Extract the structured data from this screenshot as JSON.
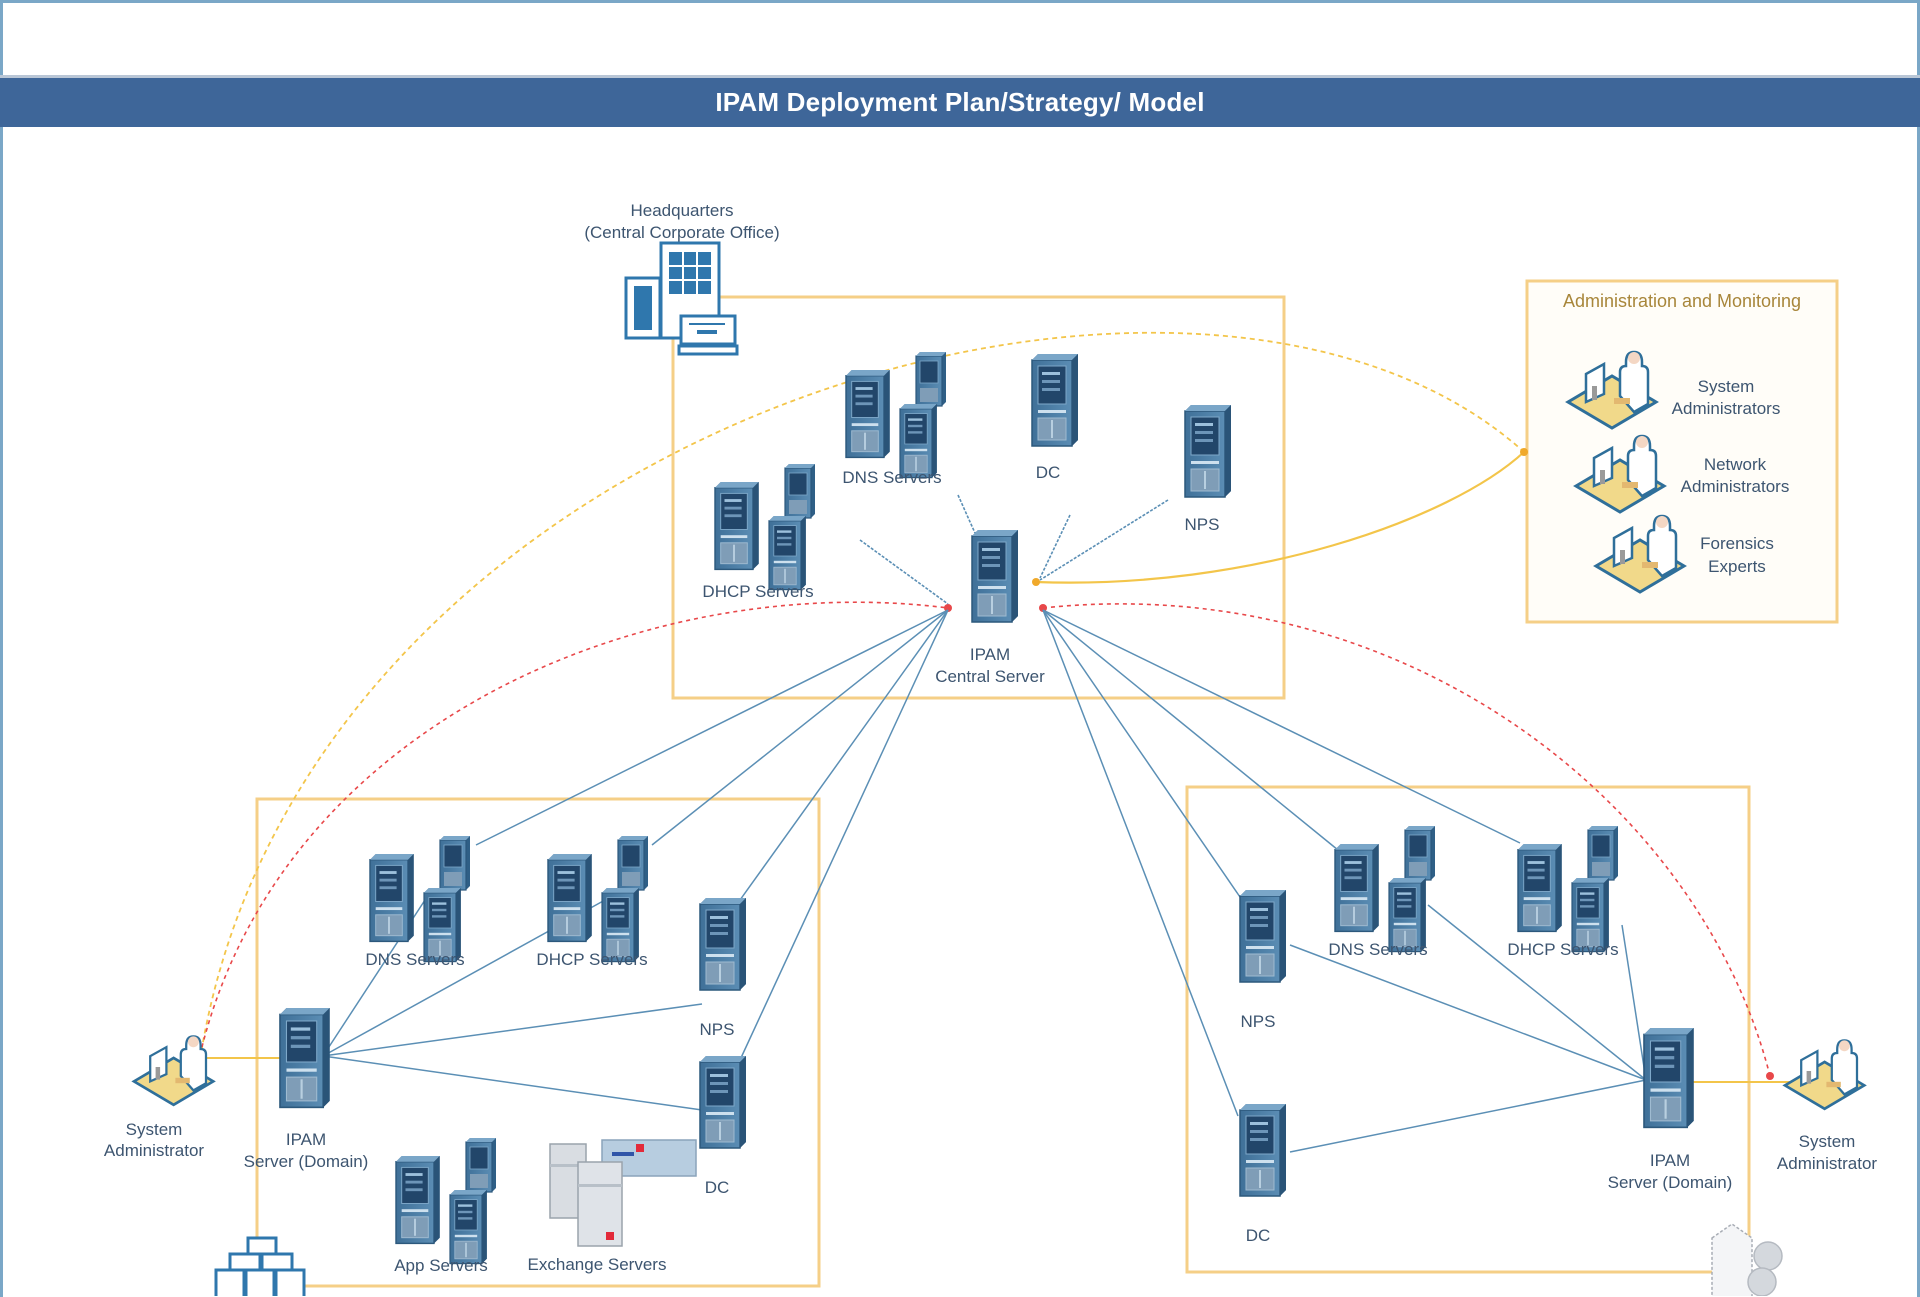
{
  "title": "IPAM Deployment Plan/Strategy/ Model",
  "colors": {
    "title_bg": "#3e6699",
    "title_text": "#ffffff",
    "frame_border": "#7aa7c7",
    "zone_border": "#f5cf87",
    "server_blue": "#4a7ea8",
    "link_blue": "#5b8fb5",
    "arc_yellow": "#f3c54a",
    "arc_red": "#e8484a",
    "label_text": "#3d5570",
    "admin_title": "#a8863a"
  },
  "headquarters": {
    "label_line1": "Headquarters",
    "label_line2": "(Central Corporate Office)",
    "icon": "office-building-icon"
  },
  "central_site": {
    "dns_label": "DNS Servers",
    "dc_label": "DC",
    "nps_label": "NPS",
    "dhcp_label": "DHCP Servers",
    "ipam_label_line1": "IPAM",
    "ipam_label_line2": "Central Server"
  },
  "admin_panel": {
    "title": "Administration and Monitoring",
    "roles": [
      {
        "line1": "System",
        "line2": "Administrators",
        "icon": "admin-workstation-icon"
      },
      {
        "line1": "Network",
        "line2": "Administrators",
        "icon": "admin-workstation-icon"
      },
      {
        "line1": "Forensics",
        "line2": "Experts",
        "icon": "admin-workstation-icon"
      }
    ]
  },
  "left_site": {
    "dns_label": "DNS Servers",
    "dhcp_label": "DHCP Servers",
    "nps_label": "NPS",
    "dc_label": "DC",
    "ipam_label_line1": "IPAM",
    "ipam_label_line2": "Server (Domain)",
    "app_label": "App Servers",
    "exchange_label": "Exchange Servers",
    "admin_line1": "System",
    "admin_line2": "Administrator"
  },
  "right_site": {
    "dns_label": "DNS Servers",
    "dhcp_label": "DHCP Servers",
    "nps_label": "NPS",
    "dc_label": "DC",
    "ipam_label_line1": "IPAM",
    "ipam_label_line2": "Server (Domain)",
    "admin_line1": "System",
    "admin_line2": "Administrator"
  }
}
